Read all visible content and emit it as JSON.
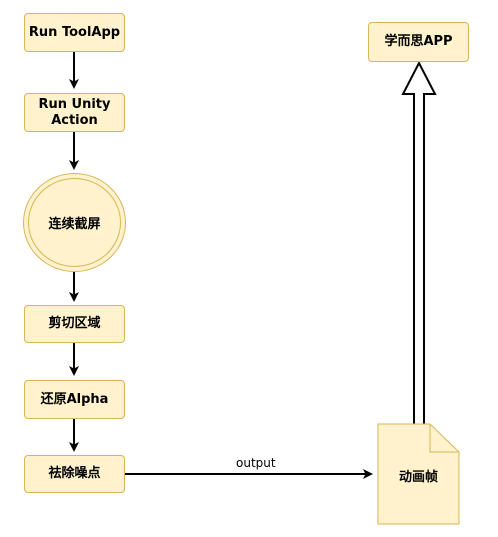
{
  "nodes": {
    "run_toolapp": "Run ToolApp",
    "run_unity_action_line1": "Run Unity",
    "run_unity_action_line2": "Action",
    "continuous_screenshot": "连续截屏",
    "crop_region": "剪切区域",
    "restore_alpha": "还原Alpha",
    "denoise": "祛除噪点",
    "animation_frames": "动画帧",
    "xueersi_app": "学而思APP"
  },
  "edges": {
    "output_label": "output"
  },
  "colors": {
    "node_fill": "#fff2cc",
    "node_stroke": "#d6b656",
    "edge": "#000000"
  }
}
